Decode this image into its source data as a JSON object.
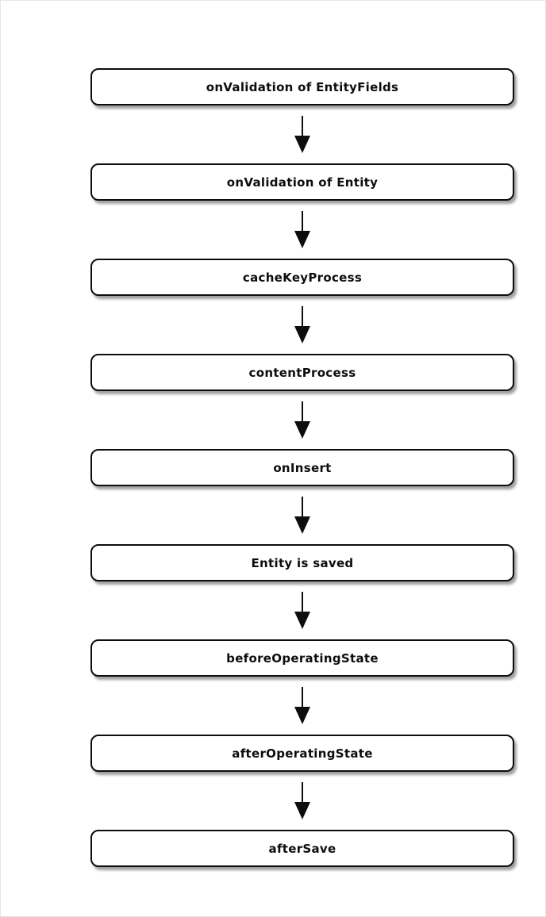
{
  "diagram": {
    "type": "flowchart",
    "orientation": "vertical",
    "connector_style": "solid-line-filled-arrowhead-down",
    "nodes": [
      {
        "label": "onValidation of EntityFields"
      },
      {
        "label": "onValidation of Entity"
      },
      {
        "label": "cacheKeyProcess"
      },
      {
        "label": "contentProcess"
      },
      {
        "label": "onInsert"
      },
      {
        "label": "Entity is saved"
      },
      {
        "label": "beforeOperatingState"
      },
      {
        "label": "afterOperatingState"
      },
      {
        "label": "afterSave"
      }
    ],
    "edges": [
      {
        "from": 0,
        "to": 1
      },
      {
        "from": 1,
        "to": 2
      },
      {
        "from": 2,
        "to": 3
      },
      {
        "from": 3,
        "to": 4
      },
      {
        "from": 4,
        "to": 5
      },
      {
        "from": 5,
        "to": 6
      },
      {
        "from": 6,
        "to": 7
      },
      {
        "from": 7,
        "to": 8
      }
    ],
    "colors": {
      "background": "#ffffff",
      "node_fill": "#ffffff",
      "node_border": "#0d0d0d",
      "node_text": "#0d0d0d",
      "arrow": "#0d0d0d",
      "node_shadow": "#9a9a9a",
      "canvas_edge": "#e6e6e6"
    }
  }
}
